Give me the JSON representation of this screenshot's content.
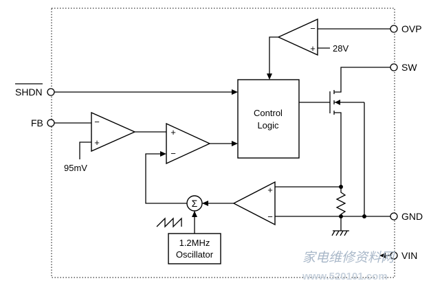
{
  "pins": {
    "ovp": "OVP",
    "sw": "SW",
    "shdn": "SHDN",
    "fb": "FB",
    "gnd": "GND",
    "vin": "VIN"
  },
  "blocks": {
    "control_logic_line1": "Control",
    "control_logic_line2": "Logic",
    "oscillator_line1": "1.2MHz",
    "oscillator_line2": "Oscillator",
    "summer_symbol": "Σ"
  },
  "signs": {
    "minus": "−",
    "plus": "+"
  },
  "labels": {
    "ovp_ref": "28V",
    "fb_ref": "95mV"
  },
  "watermark": {
    "text": "家电维修资料网",
    "url": "www.520101.com"
  }
}
